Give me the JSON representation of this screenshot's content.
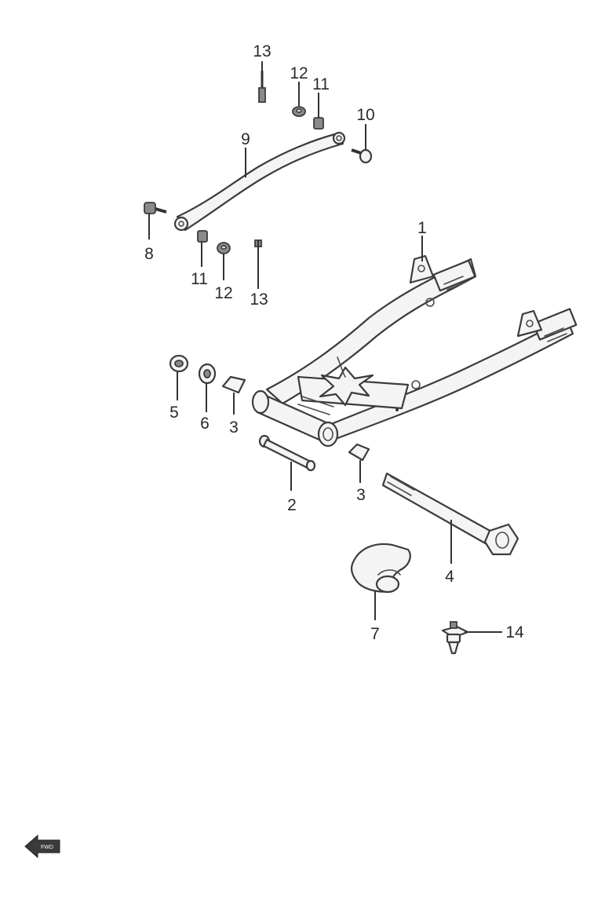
{
  "callouts": [
    {
      "id": "c1",
      "label": "1"
    },
    {
      "id": "c2",
      "label": "2"
    },
    {
      "id": "c3a",
      "label": "3"
    },
    {
      "id": "c3b",
      "label": "3"
    },
    {
      "id": "c4",
      "label": "4"
    },
    {
      "id": "c5",
      "label": "5"
    },
    {
      "id": "c6",
      "label": "6"
    },
    {
      "id": "c7",
      "label": "7"
    },
    {
      "id": "c8",
      "label": "8"
    },
    {
      "id": "c9",
      "label": "9"
    },
    {
      "id": "c10",
      "label": "10"
    },
    {
      "id": "c11a",
      "label": "11"
    },
    {
      "id": "c11b",
      "label": "11"
    },
    {
      "id": "c12a",
      "label": "12"
    },
    {
      "id": "c12b",
      "label": "12"
    },
    {
      "id": "c13a",
      "label": "13"
    },
    {
      "id": "c13b",
      "label": "13"
    },
    {
      "id": "c14",
      "label": "14"
    }
  ],
  "direction_marker": {
    "text": "FWD",
    "icon": "front-arrow-icon"
  },
  "colors": {
    "line": "#3c3c3c",
    "fill": "#f4f4f4",
    "dark": "#8a8a8a",
    "text": "#2a2a2a"
  }
}
